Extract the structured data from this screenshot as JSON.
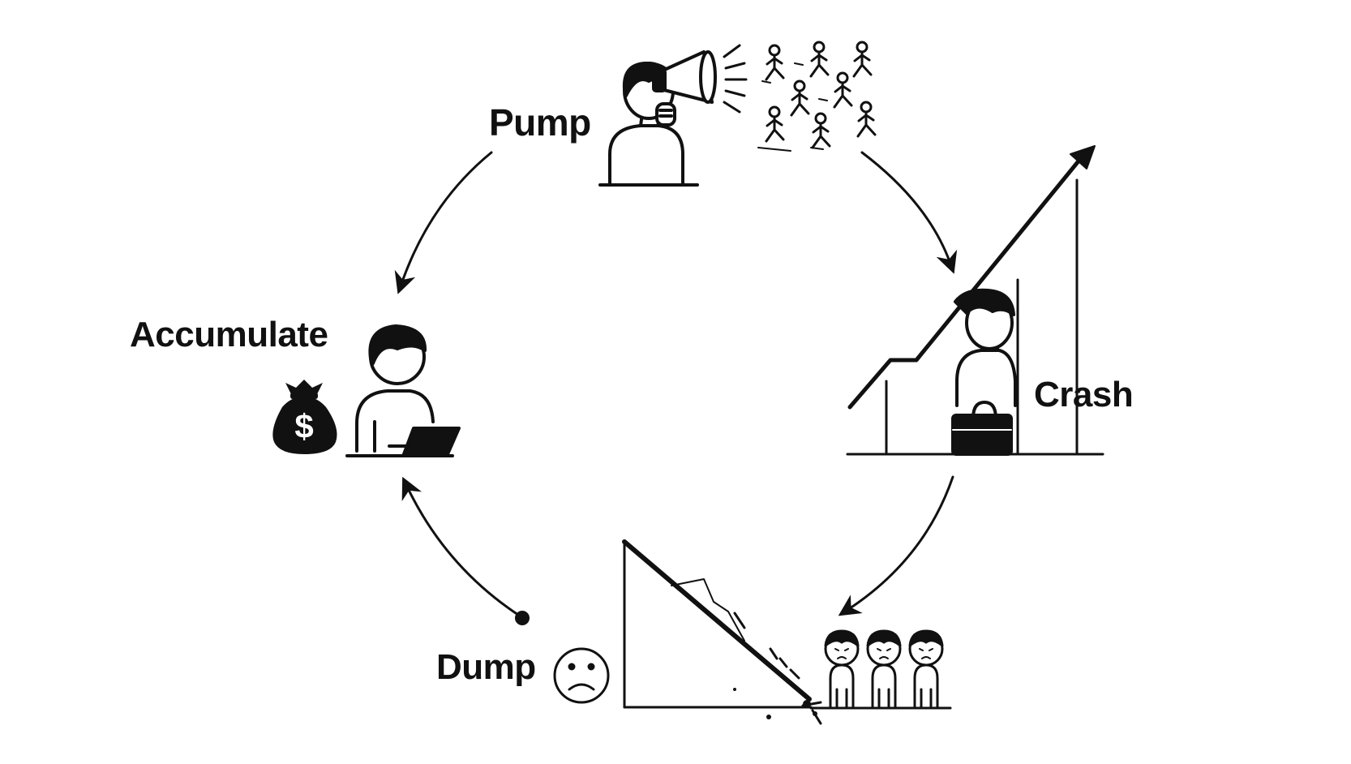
{
  "labels": {
    "pump": "Pump",
    "accumulate": "Accumulate",
    "crash": "Crash",
    "dump": "Dump"
  },
  "icons": {
    "money_bag_symbol": "$"
  },
  "colors": {
    "ink": "#111111",
    "background": "#ffffff"
  }
}
